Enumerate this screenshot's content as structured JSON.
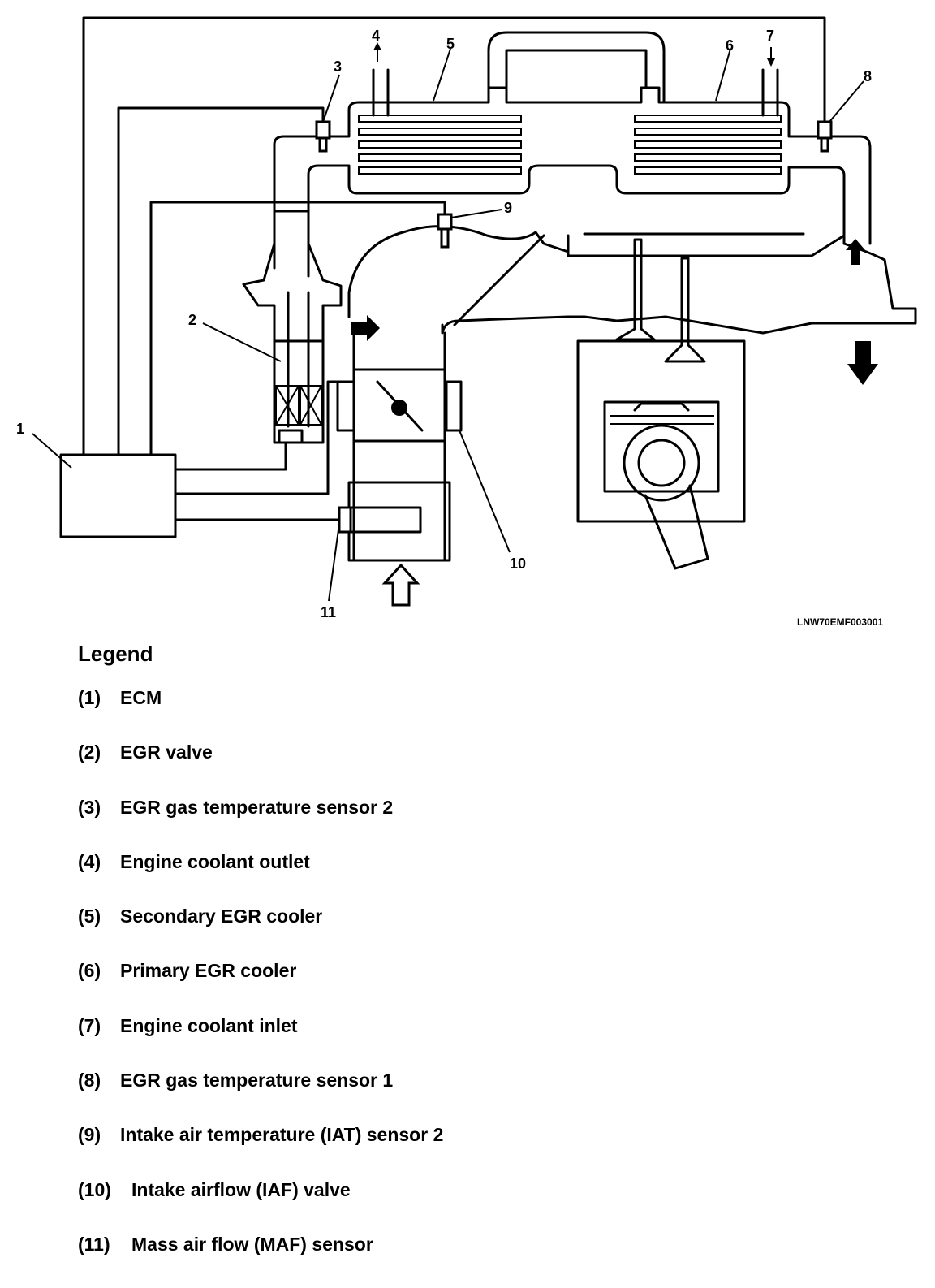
{
  "diagram": {
    "code": "LNW70EMF003001",
    "callouts": [
      "1",
      "2",
      "3",
      "4",
      "5",
      "6",
      "7",
      "8",
      "9",
      "10",
      "11"
    ]
  },
  "legend": {
    "title": "Legend",
    "items": [
      {
        "num": "(1)",
        "label": "ECM"
      },
      {
        "num": "(2)",
        "label": "EGR valve"
      },
      {
        "num": "(3)",
        "label": "EGR gas temperature sensor 2"
      },
      {
        "num": "(4)",
        "label": "Engine coolant outlet"
      },
      {
        "num": "(5)",
        "label": "Secondary EGR cooler"
      },
      {
        "num": "(6)",
        "label": "Primary EGR cooler"
      },
      {
        "num": "(7)",
        "label": "Engine coolant inlet"
      },
      {
        "num": "(8)",
        "label": "EGR gas temperature sensor 1"
      },
      {
        "num": "(9)",
        "label": "Intake air temperature (IAT) sensor 2"
      },
      {
        "num": "(10)",
        "label": "Intake airflow (IAF) valve"
      },
      {
        "num": "(11)",
        "label": "Mass air flow (MAF) sensor"
      }
    ]
  }
}
